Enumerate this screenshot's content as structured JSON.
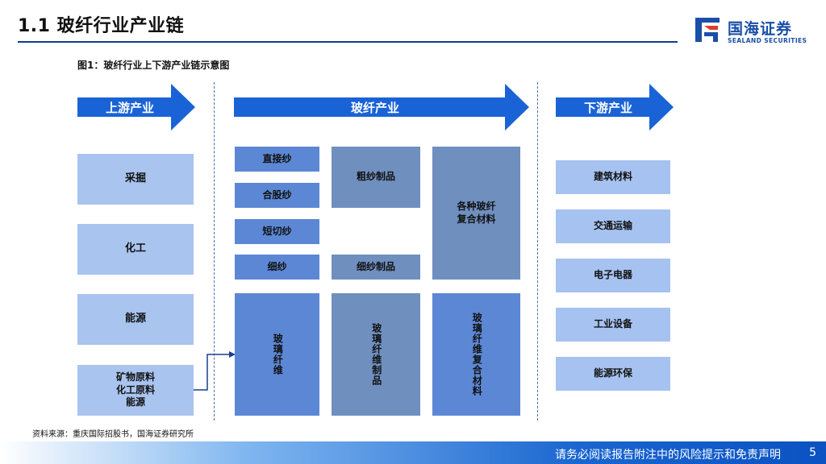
{
  "header": {
    "title": "1.1 玻纤行业产业链",
    "logo_cn": "国海证券",
    "logo_en": "SEALAND SECURITIES"
  },
  "figure": {
    "caption": "图1：玻纤行业上下游产业链示意图",
    "sections": {
      "upstream": "上游产业",
      "midstream": "玻纤产业",
      "downstream": "下游产业"
    },
    "upstream_items": [
      "采掘",
      "化工",
      "能源",
      "矿物原料\n化工原料\n能源"
    ],
    "yarn_types": [
      "直接纱",
      "合股纱",
      "短切纱",
      "细纱"
    ],
    "roving_products": "粗纱制品",
    "fine_yarn_products": "细纱制品",
    "composite_top": "各种玻纤\n复合材料",
    "bottom_row": [
      "玻璃纤维",
      "玻璃纤维制品",
      "玻璃纤维复合材料"
    ],
    "downstream_items": [
      "建筑材料",
      "交通运输",
      "电子电器",
      "工业设备",
      "能源环保"
    ],
    "colors": {
      "arrow": "#1a63d6",
      "pale_box": "#a9c4ef",
      "blue_box": "#5c87d4",
      "slate_box": "#6f8fbf"
    }
  },
  "source_note": "资料来源：重庆国际招股书，国海证券研究所",
  "footer": {
    "disclaimer": "请务必阅读报告附注中的风险提示和免责声明",
    "page": "5"
  }
}
